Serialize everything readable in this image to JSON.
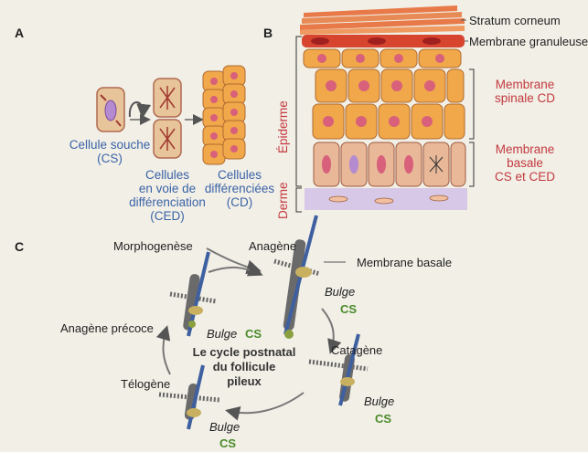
{
  "panel_a": {
    "label": "A",
    "stem_cell": {
      "line1": "Cellule souche",
      "line2": "(CS)"
    },
    "differentiating": {
      "line1": "Cellules",
      "line2": "en voie de",
      "line3": "différenciation",
      "line4": "(CED)"
    },
    "differentiated": {
      "line1": "Cellules",
      "line2": "différenciées",
      "line3": "(CD)"
    }
  },
  "panel_b": {
    "label": "B",
    "stratum_corneum": "Stratum corneum",
    "granular": "Membrane granuleuse",
    "spinous": {
      "line1": "Membrane",
      "line2": "spinale CD"
    },
    "basal": {
      "line1": "Membrane",
      "line2": "basale",
      "line3": "CS et CED"
    },
    "epidermis": "Épiderme",
    "dermis": "Derme"
  },
  "panel_c": {
    "label": "C",
    "morphogenesis": "Morphogenèse",
    "anagen": "Anagène",
    "basal_membrane": "Membrane basale",
    "early_anagen": "Anagène précoce",
    "catagen": "Catagène",
    "telogen": "Télogène",
    "bulge": "Bulge",
    "cs": "CS",
    "cycle_title": {
      "line1": "Le cycle postnatal",
      "line2": "du follicule",
      "line3": "pileux"
    }
  },
  "colors": {
    "cell_fill": "#e8c49a",
    "diff_cell_fill": "#f0a84a",
    "nucleus": "#d8607a",
    "stem_nucleus": "#b48ad0",
    "corneum": "#e87a4a",
    "granular": "#d8452e",
    "dermis": "#d8c8e8",
    "hair": "#3e5fa0",
    "bulge": "#c8b060",
    "accent_red": "#c4393f",
    "accent_blue": "#3b63a8",
    "accent_green": "#4a8a2a"
  }
}
